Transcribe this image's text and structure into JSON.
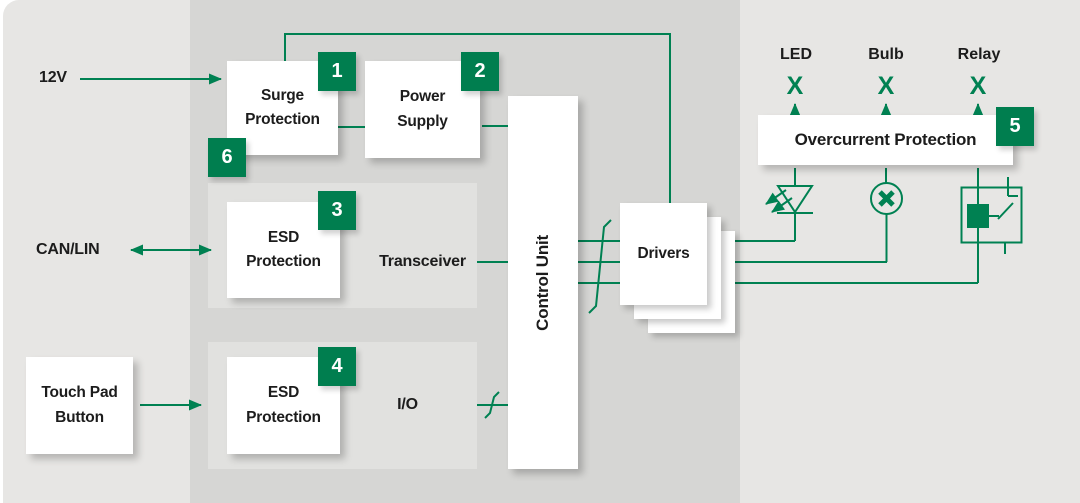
{
  "colors": {
    "accent_green": "#008152",
    "badge_green": "#007e4f",
    "outer_bg": "#e7e6e4",
    "panel_bg": "#d6d6d4",
    "group_bg": "#e1e1df",
    "box_bg": "#ffffff",
    "text": "#1c1c1c"
  },
  "inputs": {
    "supply": {
      "label": "12V"
    },
    "bus": {
      "label": "CAN/LIN"
    },
    "touchpad": {
      "label": "Touch Pad Button"
    }
  },
  "blocks": {
    "surge": {
      "label": "Surge Protection",
      "badge": "1"
    },
    "power": {
      "label": "Power Supply",
      "badge": "2"
    },
    "esd_can": {
      "label": "ESD Protection",
      "badge": "3"
    },
    "transceiver": {
      "label": "Transceiver"
    },
    "esd_io": {
      "label": "ESD Protection",
      "badge": "4"
    },
    "io": {
      "label": "I/O"
    },
    "control_unit": {
      "label": "Control Unit"
    },
    "drivers": {
      "label": "Drivers"
    },
    "overcurrent": {
      "label": "Overcurrent Protection",
      "badge": "5"
    },
    "input_protection_badge": "6"
  },
  "outputs": {
    "led": {
      "label": "LED",
      "mark": "X"
    },
    "bulb": {
      "label": "Bulb",
      "mark": "X"
    },
    "relay": {
      "label": "Relay",
      "mark": "X"
    }
  },
  "icons": {
    "led": "led-diode-icon",
    "bulb": "crossed-circle-bulb-icon",
    "relay": "relay-switch-icon",
    "blocked": "x-mark",
    "bus_slash": "bus-slash-icon",
    "arrow": "arrow-connector"
  }
}
